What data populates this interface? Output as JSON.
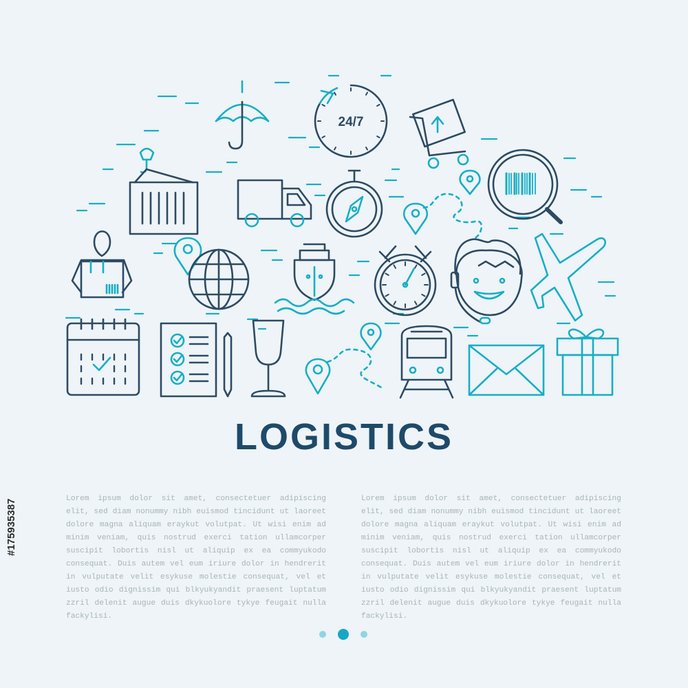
{
  "title": "LOGISTICS",
  "paragraphs": [
    "Lorem ipsum dolor sit amet, consectetuer adipiscing elit, sed diam nonummy nibh euismod tincidunt ut laoreet dolore magna aliquam eraykut volutpat. Ut wisi enim ad minim veniam, quis nostrud exerci tation ullamcorper suscipit lobortis nisl ut aliquip ex ea commyukodo consequat. Duis autem vel eum iriure dolor in hendrerit in vulputate velit esykuse molestie consequat, vel et iusto odio dignissim qui blkyukyandit praesent luptatum zzril delenit augue duis dkykuolore tykye feugait nulla fackylisi.",
    "Lorem ipsum dolor sit amet, consectetuer adipiscing elit, sed diam nonummy nibh euismod tincidunt ut laoreet dolore magna aliquam eraykut volutpat. Ut wisi enim ad minim veniam, quis nostrud exerci tation ullamcorper suscipit lobortis nisl ut aliquip ex ea commyukodo consequat. Duis autem vel eum iriure dolor in hendrerit in vulputate velit esykuse molestie consequat, vel et iusto odio dignissim qui blkyukyandit praesent luptatum zzril delenit augue duis dkykuolore tykye feugait nulla fackylisi."
  ],
  "clock_label": "24/7",
  "stock_id": "#175935387",
  "pagination": {
    "count": 3,
    "active": 2
  },
  "icons": [
    "umbrella-icon",
    "clock-24-7-icon",
    "hand-truck-icon",
    "cargo-container-icon",
    "delivery-truck-icon",
    "compass-icon",
    "route-pins-icon",
    "barcode-magnifier-icon",
    "courier-with-box-icon",
    "location-globe-icon",
    "cargo-ship-icon",
    "stopwatch-icon",
    "support-operator-icon",
    "airplane-icon",
    "calendar-icon",
    "checklist-icon",
    "fragile-glass-icon",
    "route-map-icon",
    "train-icon",
    "envelope-icon",
    "gift-box-icon"
  ],
  "colors": {
    "background": "#eef4f7",
    "icon_dark": "#2d4a63",
    "icon_accent": "#18aec6",
    "title": "#1e4a6a",
    "body_text": "#a8b4bb",
    "dot_light": "#8fd6e2",
    "dot_active": "#15a8c4",
    "stock_id": "#2a2a2a"
  }
}
